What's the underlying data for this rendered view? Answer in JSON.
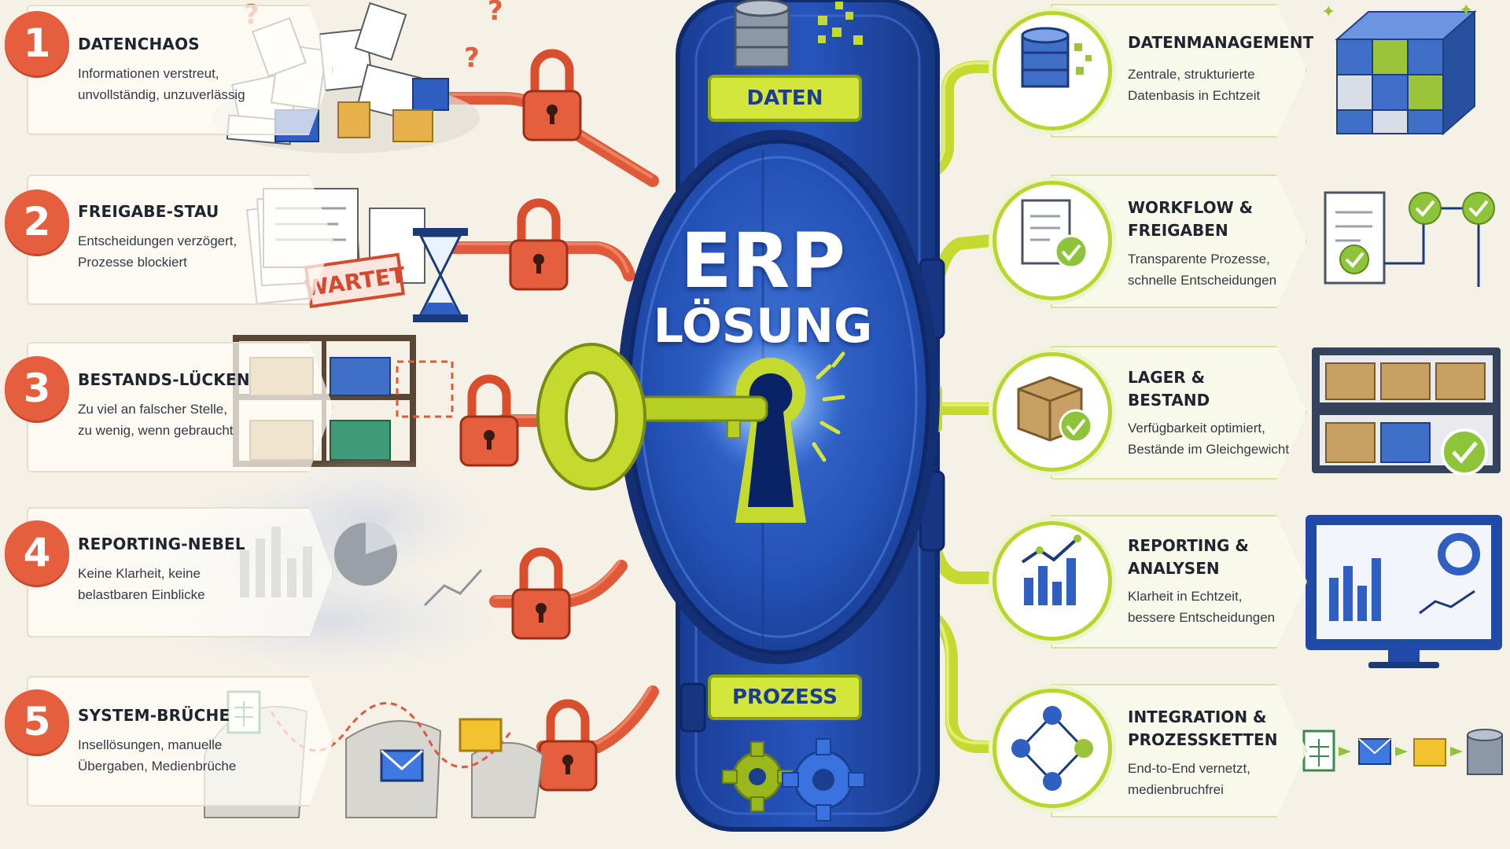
{
  "colors": {
    "background": "#f6f1e7",
    "problem_accent": "#e55e3e",
    "solution_accent": "#b9d530",
    "safe_blue": "#2148a8",
    "safe_dark": "#173480",
    "label_lime": "#d3e63c"
  },
  "center": {
    "top_label": "DATEN",
    "title_line1": "ERP",
    "title_line2": "LÖSUNG",
    "bottom_label": "PROZESS",
    "icons": [
      "database-icon",
      "key-icon",
      "keyhole-icon",
      "gear-icon",
      "gear-icon"
    ]
  },
  "problems": [
    {
      "number": "1",
      "title": "DATENCHAOS",
      "desc_line1": "Informationen verstreut,",
      "desc_line2": "unvollständig, unzuverlässig",
      "icon": "paper-pile-icon"
    },
    {
      "number": "2",
      "title": "FREIGABE-STAU",
      "desc_line1": "Entscheidungen verzögert,",
      "desc_line2": "Prozesse blockiert",
      "icon": "hourglass-icon",
      "stamp": "WARTET"
    },
    {
      "number": "3",
      "title": "BESTANDS-LÜCKEN",
      "desc_line1": "Zu viel an falscher Stelle,",
      "desc_line2": "zu wenig, wenn gebraucht",
      "icon": "shelf-boxes-icon"
    },
    {
      "number": "4",
      "title": "REPORTING-NEBEL",
      "desc_line1": "Keine Klarheit, keine",
      "desc_line2": "belastbaren Einblicke",
      "icon": "fog-chart-icon"
    },
    {
      "number": "5",
      "title": "SYSTEM-BRÜCHE",
      "desc_line1": "Insellösungen, manuelle",
      "desc_line2": "Übergaben, Medienbrüche",
      "icon": "broken-ground-icon"
    }
  ],
  "solutions": [
    {
      "title_line1": "DATENMANAGEMENT",
      "title_line2": "",
      "desc_line1": "Zentrale, strukturierte",
      "desc_line2": "Datenbasis in Echtzeit",
      "icon": "database-icon"
    },
    {
      "title_line1": "WORKFLOW &",
      "title_line2": "FREIGABEN",
      "desc_line1": "Transparente Prozesse,",
      "desc_line2": "schnelle Entscheidungen",
      "icon": "document-check-icon"
    },
    {
      "title_line1": "LAGER &",
      "title_line2": "BESTAND",
      "desc_line1": "Verfügbarkeit optimiert,",
      "desc_line2": "Bestände im Gleichgewicht",
      "icon": "box-check-icon"
    },
    {
      "title_line1": "REPORTING &",
      "title_line2": "ANALYSEN",
      "desc_line1": "Klarheit in Echtzeit,",
      "desc_line2": "bessere Entscheidungen",
      "icon": "bar-chart-icon"
    },
    {
      "title_line1": "INTEGRATION &",
      "title_line2": "PROZESSKETTEN",
      "desc_line1": "End-to-End vernetzt,",
      "desc_line2": "medienbruchfrei",
      "icon": "network-icon"
    }
  ]
}
